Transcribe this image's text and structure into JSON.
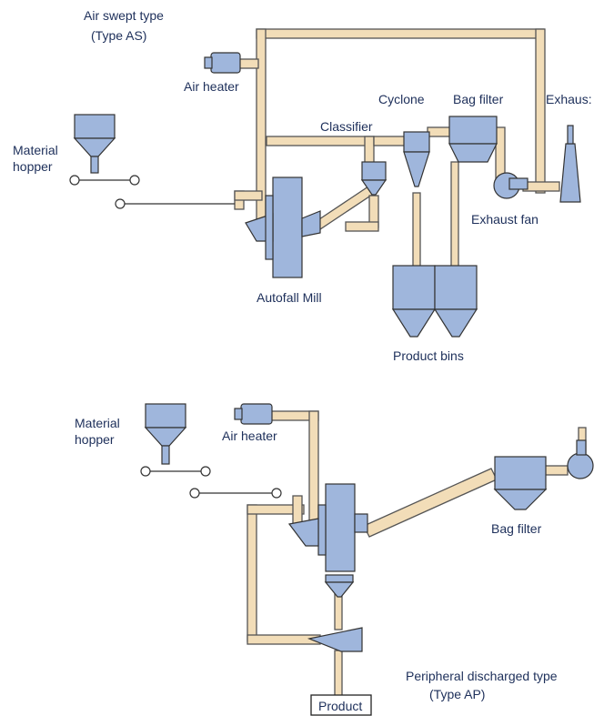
{
  "top_diagram": {
    "title_line1": "Air swept type",
    "title_line2": "(Type AS)",
    "labels": {
      "air_heater": "Air heater",
      "material_hopper_line1": "Material",
      "material_hopper_line2": "hopper",
      "classifier": "Classifier",
      "cyclone": "Cyclone",
      "bag_filter": "Bag filter",
      "exhaust": "Exhaus:",
      "exhaust_fan": "Exhaust fan",
      "autofall_mill": "Autofall Mill",
      "product_bins": "Product bins"
    }
  },
  "bottom_diagram": {
    "title_line1": "Peripheral discharged type",
    "title_line2": "(Type AP)",
    "labels": {
      "material_hopper_line1": "Material",
      "material_hopper_line2": "hopper",
      "air_heater": "Air heater",
      "bag_filter": "Bag filter",
      "product": "Product"
    }
  },
  "colors": {
    "equipment_fill": "#9fb6dc",
    "duct_fill": "#f2ddb8",
    "text": "#1d2f5a"
  }
}
